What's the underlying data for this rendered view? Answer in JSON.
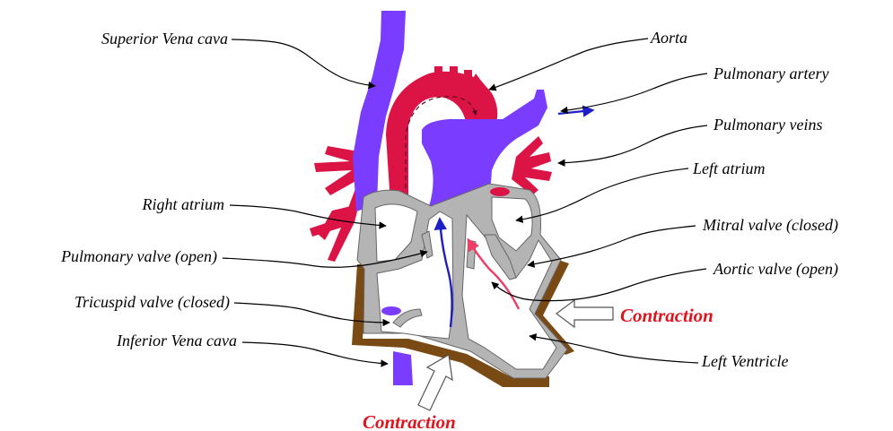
{
  "colors": {
    "vein": "#7a3cff",
    "artery": "#dc1446",
    "wall": "#b4b4b4",
    "pericardium": "#7a4a14",
    "contraction_text": "#e0141e",
    "flow_blue": "#1e1ec8",
    "flow_red": "#f03c64"
  },
  "labels": {
    "superior_vena_cava": "Superior Vena cava",
    "aorta": "Aorta",
    "pulmonary_artery": "Pulmonary artery",
    "pulmonary_veins": "Pulmonary veins",
    "left_atrium": "Left atrium",
    "right_atrium": "Right atrium",
    "mitral_valve": "Mitral valve (closed)",
    "pulmonary_valve": "Pulmonary valve (open)",
    "aortic_valve": "Aortic valve (open)",
    "tricuspid_valve": "Tricuspid valve (closed)",
    "inferior_vena_cava": "Inferior Vena cava",
    "left_ventricle": "Left Ventricle",
    "contraction_right": "Contraction",
    "contraction_bottom": "Contraction"
  }
}
